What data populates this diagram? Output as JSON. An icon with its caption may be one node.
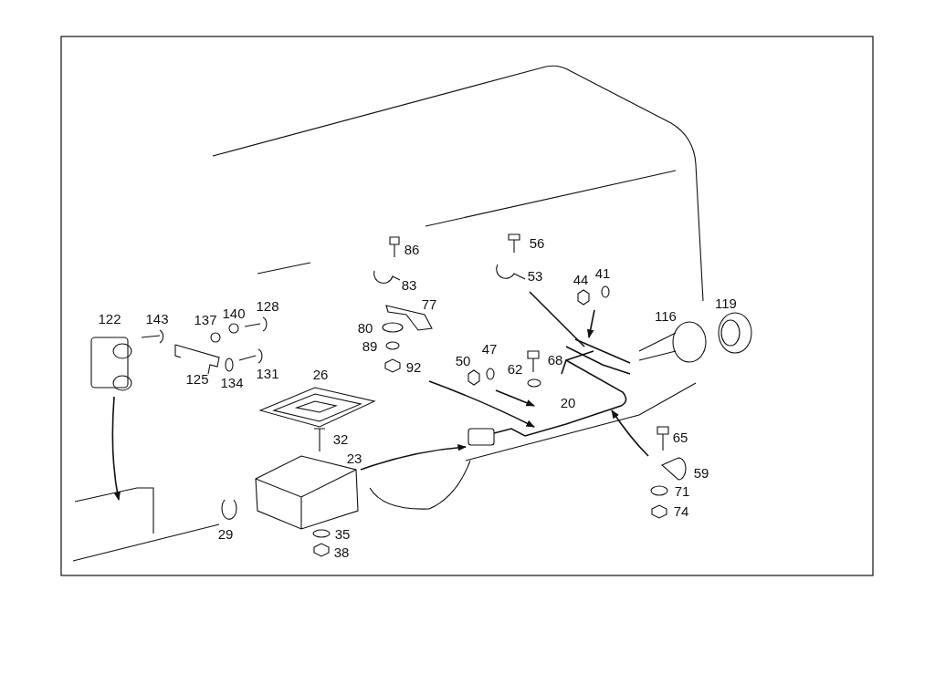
{
  "diagram": {
    "labels": [
      "86",
      "56",
      "83",
      "53",
      "44",
      "41",
      "128",
      "77",
      "140",
      "137",
      "143",
      "122",
      "116",
      "119",
      "80",
      "89",
      "50",
      "47",
      "92",
      "62",
      "68",
      "131",
      "125",
      "134",
      "26",
      "20",
      "32",
      "65",
      "23",
      "59",
      "71",
      "29",
      "74",
      "35",
      "38"
    ]
  }
}
